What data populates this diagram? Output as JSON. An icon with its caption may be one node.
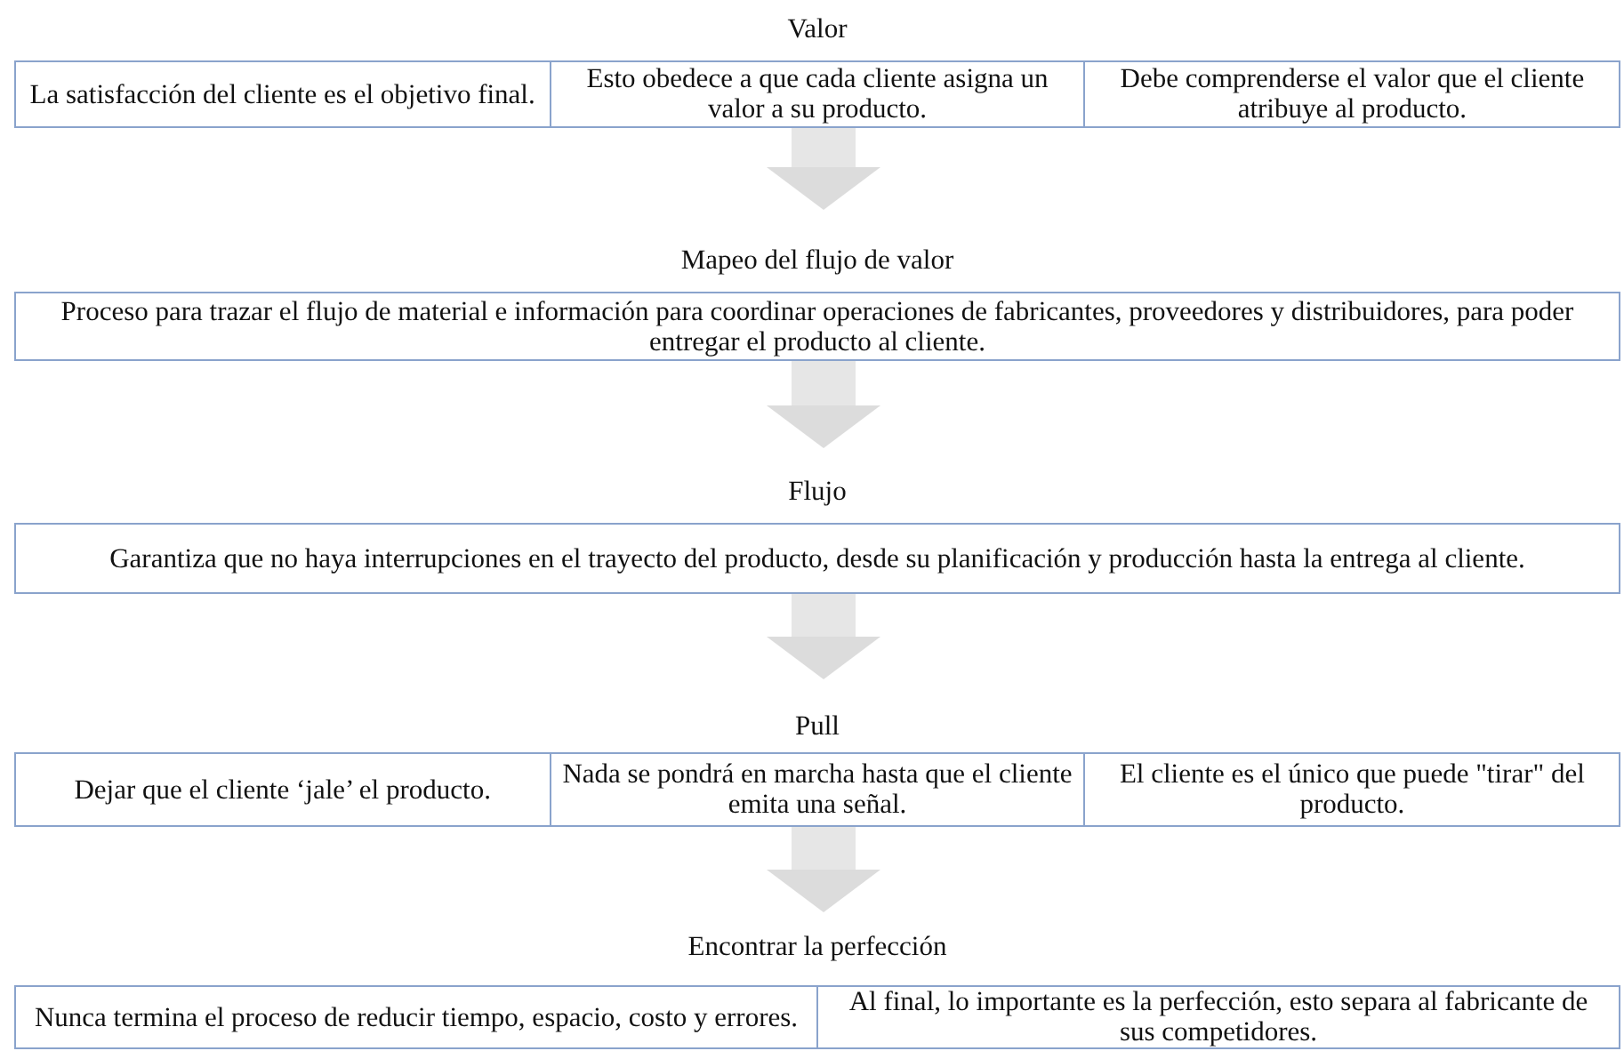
{
  "diagram": {
    "nodes": [
      {
        "text": [
          "Valor"
        ]
      },
      {
        "text": [
          "La satisfacción del cliente es el objetivo final."
        ],
        "in": 0
      },
      {
        "text": [
          "Esto obedece a que cada cliente asigna un valor a su producto."
        ],
        "in": 0
      },
      {
        "text": [
          "Debe comprenderse el valor que el cliente atribuye al producto."
        ],
        "in": 0
      },
      {
        "text": [
          "Mapeo del flujo de valor",
          "Proceso para trazar el flujo de material e información para coordinar operaciones de fabricantes, proveedores y distribuidores, para poder entregar el producto al cliente."
        ]
      },
      {
        "text": [
          "Flujo",
          "Garantiza que no haya interrupciones en el trayecto del producto, desde su planificación y producción hasta la entrega al cliente."
        ]
      },
      {
        "text": [
          "Pull"
        ]
      },
      {
        "text": [
          "Dejar que el cliente ‘jale’ el producto."
        ],
        "in": 6
      },
      {
        "text": [
          "Nada se pondrá en marcha hasta que el cliente emita una señal."
        ],
        "in": 6
      },
      {
        "text": [
          "El cliente es el único que puede \"tirar\" del producto."
        ],
        "in": 6
      },
      {
        "text": [
          "Encontrar la perfección"
        ]
      },
      {
        "text": [
          "Nunca termina el proceso de reducir tiempo, espacio, costo y errores."
        ],
        "in": 10
      },
      {
        "text": [
          "Al final, lo importante es la perfección, esto separa al fabricante de sus competidores."
        ],
        "in": 10
      }
    ],
    "edges": [
      {
        "from": 0,
        "to": 4,
        "arrow": "to"
      },
      {
        "from": 4,
        "to": 5,
        "arrow": "to"
      },
      {
        "from": 5,
        "to": 6,
        "arrow": "to"
      },
      {
        "from": 6,
        "to": 10,
        "arrow": "to"
      }
    ]
  }
}
